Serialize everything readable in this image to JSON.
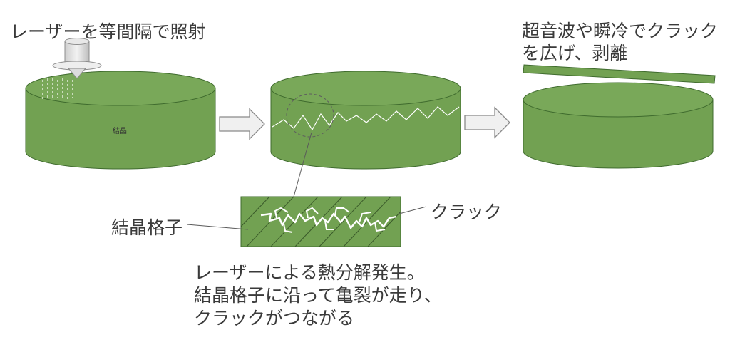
{
  "captions": {
    "laser_irradiation": "レーザーを等間隔で照射",
    "cooling_peel": "超音波や瞬冷でクラック\nを広げ、剥離",
    "crack": "クラック",
    "crystal_lattice": "結晶格子",
    "decomposition": "レーザーによる熱分解発生。\n結晶格子に沿って亀裂が走り、\nクラックがつながる"
  },
  "ingot_label": "結晶",
  "colors": {
    "ingot_fill": "#72a152",
    "ingot_stroke": "#3f6b2e",
    "arrow_fill": "#f0f0f0",
    "arrow_stroke": "#8a8a8a",
    "text": "#3a3a3a"
  },
  "icons": {
    "laser_head": "laser-nozzle-icon",
    "process_arrow": "right-arrow-icon"
  }
}
